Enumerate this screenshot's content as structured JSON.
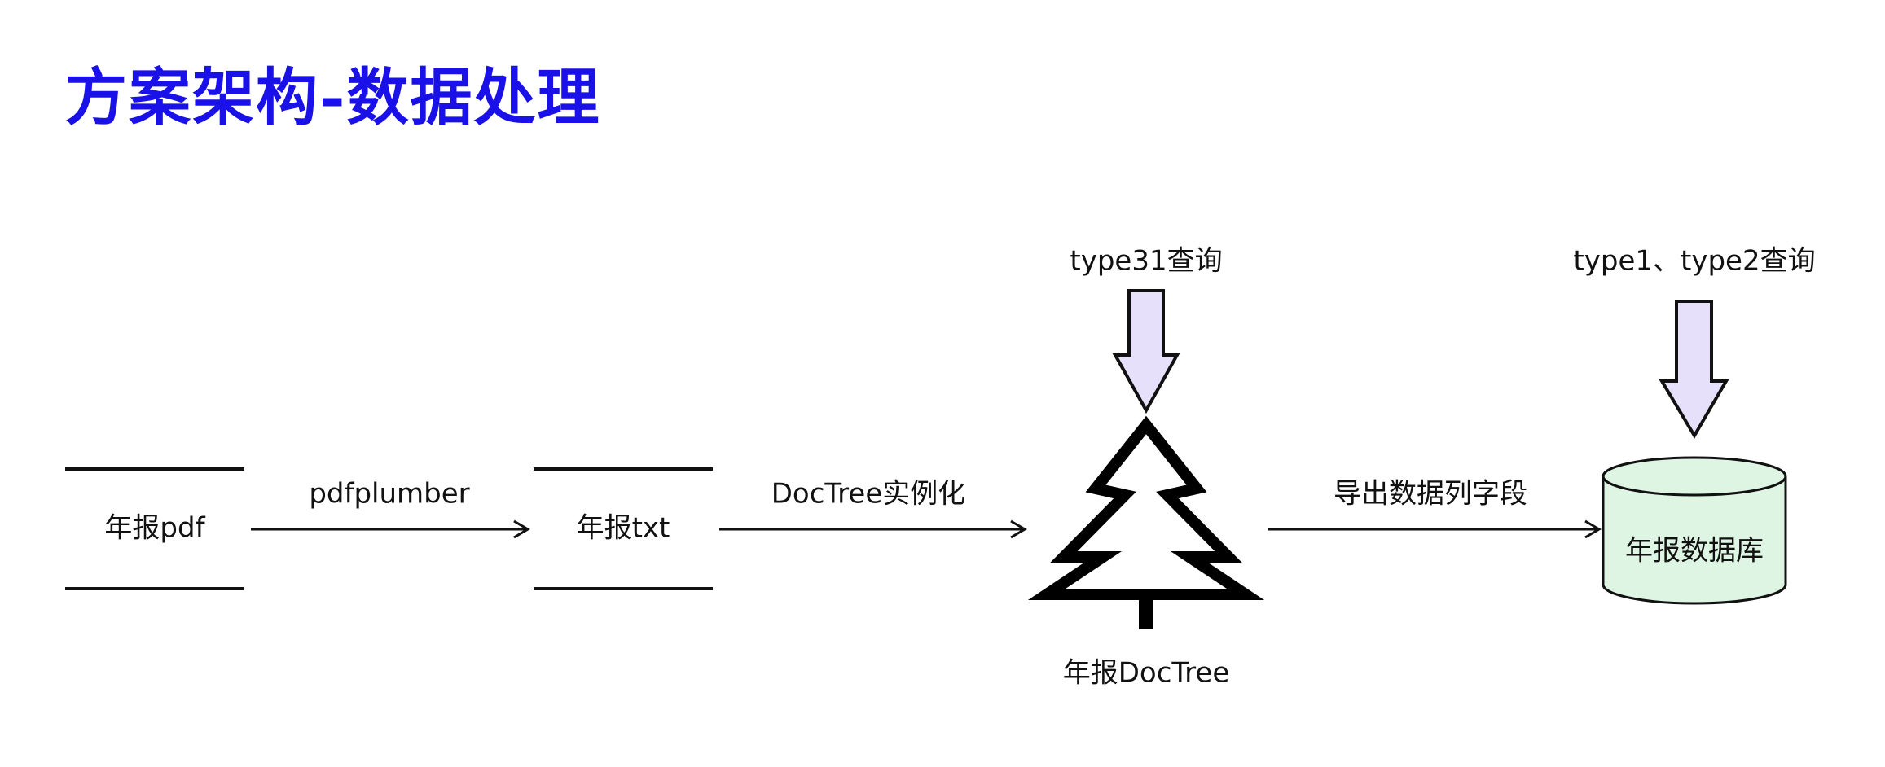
{
  "title": "方案架构-数据处理",
  "nodes": {
    "pdf": "年报pdf",
    "txt": "年报txt",
    "doctree": "年报DocTree",
    "database": "年报数据库"
  },
  "edges": {
    "pdf_to_txt": "pdfplumber",
    "txt_to_doctree": "DocTree实例化",
    "doctree_to_db": "导出数据列字段"
  },
  "queries": {
    "doctree_query": "type31查询",
    "db_query": "type1、type2查询"
  },
  "colors": {
    "title": "#1a10e8",
    "query_arrow_fill": "#e6e0fa",
    "database_fill": "#dff5e3",
    "stroke": "#111111"
  }
}
